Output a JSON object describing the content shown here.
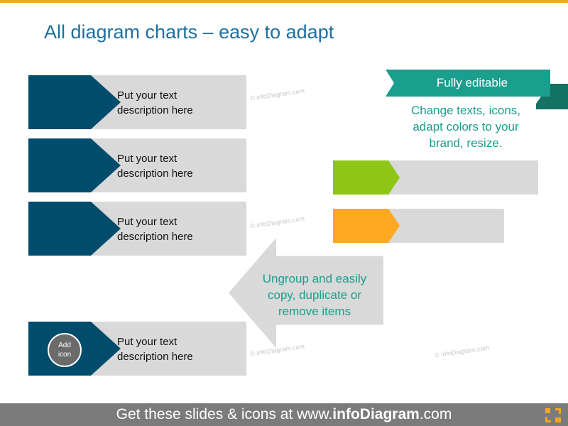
{
  "title": "All diagram charts – easy to adapt",
  "colors": {
    "accent": "#f5a623",
    "dark_teal": "#004c6d",
    "teal": "#1a9e8e",
    "green": "#8dc614",
    "orange": "#ffa821",
    "gray": "#d9d9d9"
  },
  "rows": [
    {
      "text_line1": "Put your text",
      "text_line2": "description here"
    },
    {
      "text_line1": "Put your text",
      "text_line2": "description here"
    },
    {
      "text_line1": "Put your text",
      "text_line2": "description here"
    },
    {
      "text_line1": "Put your text",
      "text_line2": "description here",
      "icon": {
        "line1": "Add",
        "line2": "icon"
      }
    }
  ],
  "ribbon": {
    "label": "Fully editable",
    "desc_line1": "Change texts, icons,",
    "desc_line2": "adapt colors to your",
    "desc_line3": "brand, resize."
  },
  "arrow": {
    "line1": "Ungroup and easily",
    "line2": "copy, duplicate or",
    "line3": "remove items"
  },
  "watermark": "© infoDiagram.com",
  "footer": {
    "prefix": "Get these slides & icons at www.",
    "brand": "infoDiagram",
    "suffix": ".com"
  }
}
